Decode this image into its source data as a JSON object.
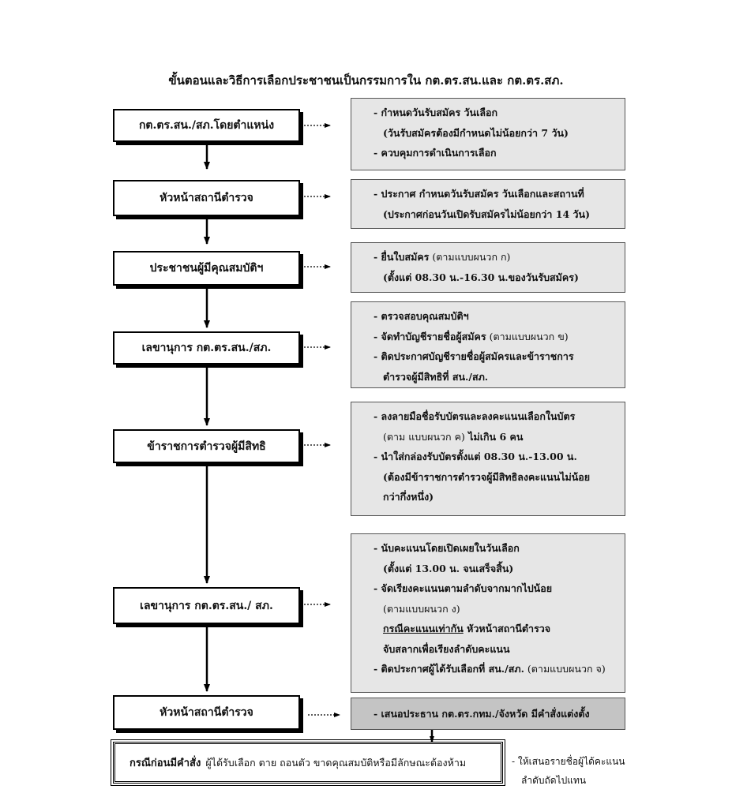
{
  "title": "ขั้นตอนและวิธีการเลือกประชาชนเป็นกรรมการใน กต.ตร.สน.และ กต.ตร.สภ.",
  "steps": [
    {
      "label": "กต.ตร.สน./สภ.โดยตำแหน่ง"
    },
    {
      "label": "หัวหน้าสถานีตำรวจ"
    },
    {
      "label": "ประชาชนผู้มีคุณสมบัติฯ"
    },
    {
      "label": "เลขานุการ กต.ตร.สน./สภ."
    },
    {
      "label": "ข้าราชการตำรวจผู้มีสิทธิ"
    },
    {
      "label": "เลขานุการ กต.ตร.สน./ สภ."
    },
    {
      "label": "หัวหน้าสถานีตำรวจ"
    }
  ],
  "notes": [
    {
      "lines": [
        "-  กำหนดวันรับสมัคร วันเลือก",
        "(วันรับสมัครต้องมีกำหนดไม่น้อยกว่า 7 วัน)",
        "-  ควบคุมการดำเนินการเลือก"
      ]
    },
    {
      "lines": [
        "-  ประกาศ กำหนดวันรับสมัคร วันเลือกและสถานที่",
        "(ประกาศก่อนวันเปิดรับสมัครไม่น้อยกว่า 14 วัน)"
      ]
    },
    {
      "l1_bold": "-  ยื่นใบสมัคร",
      "l1_normal": " (ตามแบบผนวก ก)",
      "l2": "(ตั้งแต่ 08.30 น.-16.30 น.ของวันรับสมัคร)"
    },
    {
      "l1": "-  ตรวจสอบคุณสมบัติฯ",
      "l2_bold": "-  จัดทำบัญชีรายชื่อผู้สมัคร",
      "l2_normal": " (ตามแบบผนวก ข)",
      "l3": "-  ติดประกาศบัญชีรายชื่อผู้สมัครและข้าราชการ",
      "l4": "ตำรวจผู้มีสิทธิที่ สน./สภ."
    },
    {
      "l1": "-  ลงลายมือชื่อรับบัตรและลงคะแนนเลือกในบัตร",
      "l2_normal": "(ตาม แบบผนวก ค)",
      "l2_bold": " ไม่เกิน 6  คน",
      "l3": "-  นำใส่กล่องรับบัตรตั้งแต่ 08.30 น.-13.00 น.",
      "l4": "(ต้องมีข้าราชการตำรวจผู้มีสิทธิลงคะแนนไม่น้อย",
      "l5": "กว่ากึ่งหนึ่ง)"
    },
    {
      "l1": "-  นับคะแนนโดยเปิดเผยในวันเลือก",
      "l2": "(ตั้งแต่ 13.00 น. จนเสร็จสิ้น)",
      "l3": "-  จัดเรียงคะแนนตามลำดับจากมากไปน้อย",
      "l4": "(ตามแบบผนวก ง)",
      "l5_u": "กรณีคะแนนเท่ากัน",
      "l5_rest": "   หัวหน้าสถานีตำรวจ",
      "l6": "จับสลากเพื่อเรียงลำดับคะแนน",
      "l7_bold": "-  ติดประกาศผู้ได้รับเลือกที่ สน./สภ.",
      "l7_normal": " (ตามแบบผนวก จ)"
    },
    {
      "lines": [
        "-  เสนอประธาน กต.ตร.กทม./จังหวัด มีคำสั่งแต่งตั้ง"
      ]
    }
  ],
  "final": {
    "bold": "กรณีก่อนมีคำสั่ง",
    "text": "ผู้ได้รับเลือก  ตาย  ถอนตัว  ขาดคุณสมบัติหรือมีลักษณะต้องห้าม"
  },
  "side_note": {
    "line1": "- ให้เสนอรายชื่อผู้ได้คะแนน",
    "line2": "ลำดับถัดไปแทน"
  }
}
